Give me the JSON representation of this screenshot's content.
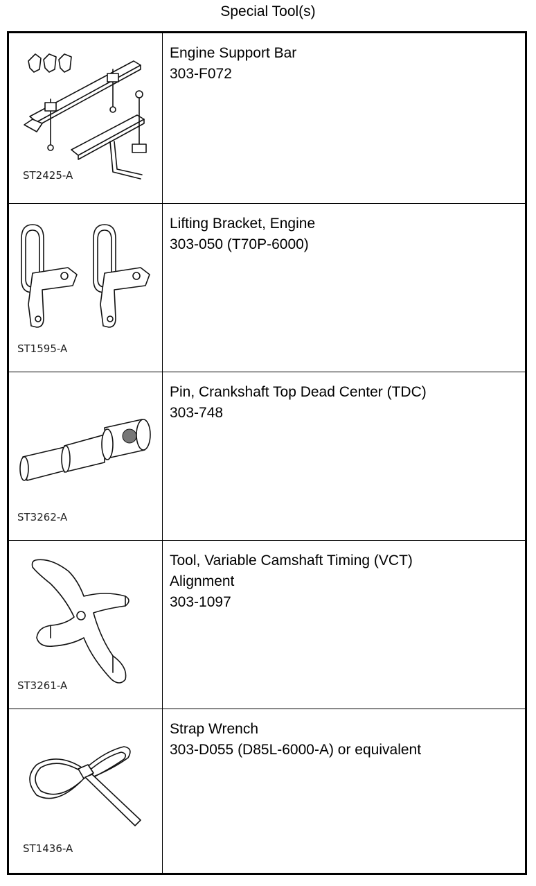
{
  "title": "Special Tool(s)",
  "tools": [
    {
      "image_code": "ST2425-A",
      "lines": [
        "Engine Support Bar",
        "303-F072"
      ]
    },
    {
      "image_code": "ST1595-A",
      "lines": [
        "Lifting Bracket, Engine",
        "303-050 (T70P-6000)"
      ]
    },
    {
      "image_code": "ST3262-A",
      "lines": [
        "Pin, Crankshaft Top Dead Center (TDC)",
        "303-748"
      ]
    },
    {
      "image_code": "ST3261-A",
      "lines": [
        "Tool, Variable Camshaft Timing (VCT)",
        "Alignment",
        "303-1097"
      ]
    },
    {
      "image_code": "ST1436-A",
      "lines": [
        "Strap Wrench",
        "303-D055 (D85L-6000-A) or equivalent"
      ]
    }
  ]
}
